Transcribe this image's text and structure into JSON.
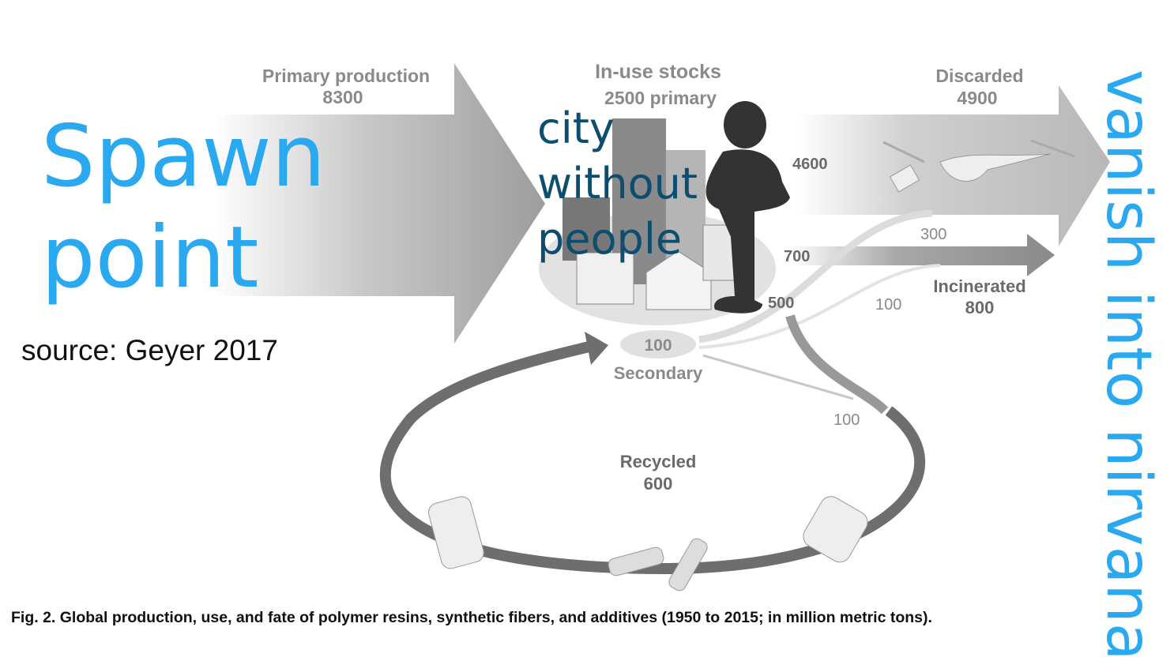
{
  "diagram": {
    "primary": {
      "label": "Primary production",
      "value": "8300"
    },
    "stocks": {
      "label": "In-use stocks",
      "value": "2500 primary"
    },
    "discarded": {
      "label": "Discarded",
      "value": "4900"
    },
    "incinerated": {
      "label": "Incinerated",
      "value": "800"
    },
    "recycled": {
      "label": "Recycled",
      "value": "600"
    },
    "secondary": {
      "label": "Secondary",
      "value": "100"
    },
    "flows": {
      "f4600": "4600",
      "f700": "700",
      "f500": "500",
      "f300": "300",
      "f100a": "100",
      "f100b": "100"
    }
  },
  "annotations": {
    "spawn_line1": "Spawn",
    "spawn_line2": "point",
    "source": "source: Geyer 2017",
    "city_line1": "city",
    "city_line2": "without",
    "city_line3": "people",
    "vanish": "vanish into nirvana"
  },
  "caption": "Fig. 2.  Global production, use, and fate of polymer resins, synthetic fibers, and additives (1950 to 2015; in million metric tons).",
  "colors": {
    "annotation_blue": "#2aa8f0",
    "city_text": "#0d4d6e",
    "figure_person": "#333333"
  }
}
